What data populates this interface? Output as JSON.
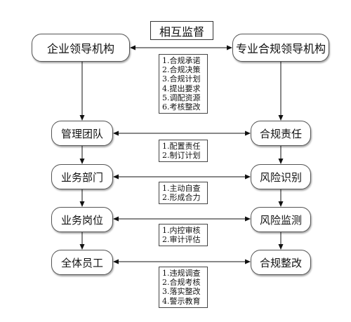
{
  "title": "相互监督",
  "left_top": "企业领导机构",
  "right_top": "专业合规领导机构",
  "left_chain": [
    "管理团队",
    "业务部门",
    "业务岗位",
    "全体员工"
  ],
  "right_chain": [
    "合规责任",
    "风险识别",
    "风险监测",
    "合规整改"
  ],
  "notes": [
    [
      "1.合规承诺",
      "2.合规决策",
      "3.合规计划",
      "4.提出要求",
      "5.调配资源",
      "6.考核整改"
    ],
    [
      "1.配置责任",
      "2.制订计划"
    ],
    [
      "1.主动自查",
      "2.形成合力"
    ],
    [
      "1.内控审核",
      "2.审计评估"
    ],
    [
      "1.违规调查",
      "2.合规考核",
      "3.落实整改",
      "4.警示教育"
    ]
  ]
}
